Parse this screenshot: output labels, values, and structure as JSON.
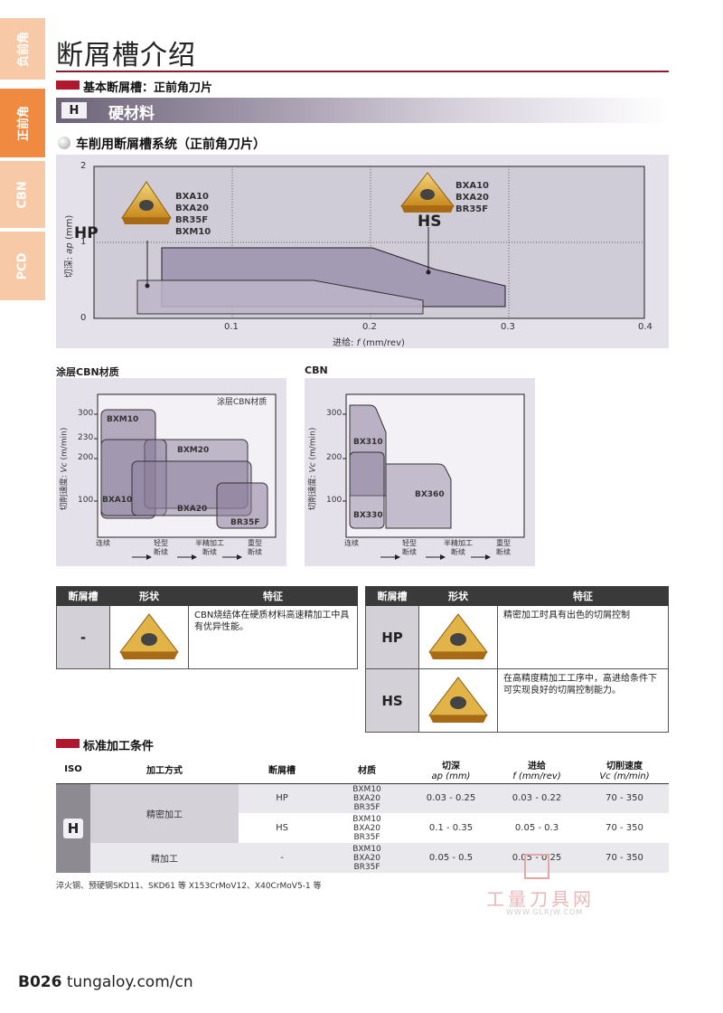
{
  "side_tabs": [
    "负前角",
    "正前角",
    "CBN",
    "PCD"
  ],
  "page_title": "断屑槽介绍",
  "section1": "基本断屑槽：正前角刀片",
  "h_badge": "H",
  "h_title": "硬材料",
  "subtitle": "车削用断屑槽系统（正前角刀片）",
  "chart_main": {
    "type": "area",
    "ylabel_pre": "切深: ",
    "ylabel_var": "ap",
    "ylabel_unit": " (mm)",
    "xlabel_pre": "进给: ",
    "xlabel_var": "f",
    "xlabel_unit": " (mm/rev)",
    "y_ticks": [
      "0",
      "1",
      "2"
    ],
    "x_ticks": [
      "0.1",
      "0.2",
      "0.3",
      "0.4"
    ],
    "hp_label": "HP",
    "hp_grades": [
      "BXA10",
      "BXA20",
      "BR35F",
      "BXM10"
    ],
    "hs_label": "HS",
    "hs_grades": [
      "BXA10",
      "BXA20",
      "BR35F"
    ]
  },
  "coated_title": "涂层CBN材质",
  "cbn_title": "CBN",
  "chart_coated": {
    "legend": "涂层CBN材质",
    "ylabel_pre": "切削速度: ",
    "ylabel_var": "Vc",
    "ylabel_unit": " (m/min)",
    "y_ticks": [
      "300",
      "230",
      "200",
      "100"
    ],
    "x_labels": [
      "连续",
      "轻型\n断续",
      "半精加工\n断续",
      "重型\n断续"
    ],
    "grades": [
      "BXM10",
      "BXM20",
      "BXA10",
      "BXA20",
      "BR35F"
    ]
  },
  "chart_cbn": {
    "ylabel_pre": "切削速度: ",
    "ylabel_var": "Vc",
    "ylabel_unit": " (m/min)",
    "y_ticks": [
      "300",
      "200",
      "100"
    ],
    "x_labels": [
      "连续",
      "轻型\n断续",
      "半精加工\n断续",
      "重型\n断续"
    ],
    "grades": [
      "BX310",
      "BX330",
      "BX360"
    ]
  },
  "table_left": {
    "headers": [
      "断屑槽",
      "形状",
      "特征"
    ],
    "rows": [
      {
        "groove": "-",
        "feature": "CBN烧结体在硬质材料高速精加工中具有优异性能。"
      }
    ]
  },
  "table_right": {
    "headers": [
      "断屑槽",
      "形状",
      "特征"
    ],
    "rows": [
      {
        "groove": "HP",
        "feature": "精密加工时具有出色的切屑控制"
      },
      {
        "groove": "HS",
        "feature": "在高精度精加工工序中，高进给条件下可实现良好的切屑控制能力。"
      }
    ]
  },
  "section2": "标准加工条件",
  "cond": {
    "headers": [
      "ISO",
      "加工方式",
      "断屑槽",
      "材质",
      "切深",
      "进给",
      "切削速度"
    ],
    "sub_depth": "ap (mm)",
    "sub_feed": "f (mm/rev)",
    "sub_speed": "Vc (m/min)",
    "iso": "H",
    "method_fine": "精密加工",
    "method_finish": "精加工",
    "rows": [
      {
        "groove": "HP",
        "grades": "BXM10\nBXA20\nBR35F",
        "ap": "0.03 - 0.25",
        "f": "0.03 - 0.22",
        "vc": "70 - 350"
      },
      {
        "groove": "HS",
        "grades": "BXM10\nBXA20\nBR35F",
        "ap": "0.1 - 0.35",
        "f": "0.05 - 0.3",
        "vc": "70 - 350"
      },
      {
        "groove": "-",
        "grades": "BXM10\nBXA20\nBR35F",
        "ap": "0.05 - 0.5",
        "f": "0.05 - 0.25",
        "vc": "70 - 350"
      }
    ],
    "footnote": "淬火钢、预硬钢SKD11、SKD61 等 X153CrMoV12、X40CrMoV5-1 等"
  },
  "watermark": {
    "cn": "工量刀具网",
    "url": "WWW.GLRJW.COM"
  },
  "footer": {
    "page": "B026",
    "site": "tungaloy.com/cn"
  },
  "colors": {
    "accent": "#b0182e",
    "tab_orange": "#f08a40",
    "tab_light": "#f7c9a6",
    "panel": "#e4e1ea"
  }
}
